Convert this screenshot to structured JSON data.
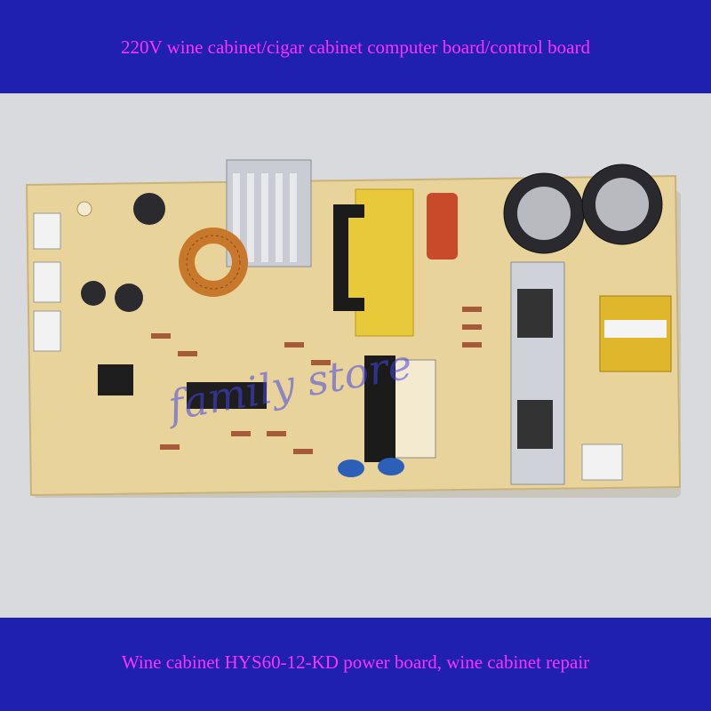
{
  "banner_top": {
    "text": "220V wine cabinet/cigar cabinet computer board/control board"
  },
  "banner_bottom": {
    "text": "Wine cabinet HYS60-12-KD power board, wine cabinet repair"
  },
  "watermark": {
    "text": "family store"
  },
  "colors": {
    "banner_bg": "#1f1fb0",
    "banner_text": "#ff33ff",
    "pcb": "#e8d39a",
    "background": "#d9dadd"
  }
}
